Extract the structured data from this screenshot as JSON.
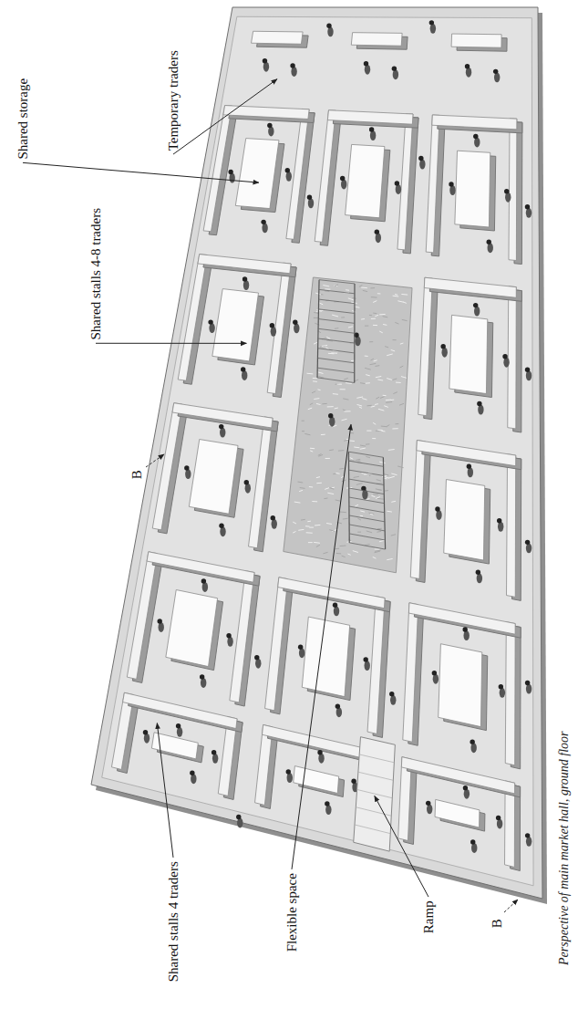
{
  "diagram": {
    "caption": "Perspective of main market hall, ground floor",
    "labels": [
      "Shared storage",
      "Shared stalls 4-8 traders",
      "Temporary traders",
      "B",
      "B",
      "Ramp",
      "Flexible space",
      "Shared stalls 4 traders"
    ]
  }
}
